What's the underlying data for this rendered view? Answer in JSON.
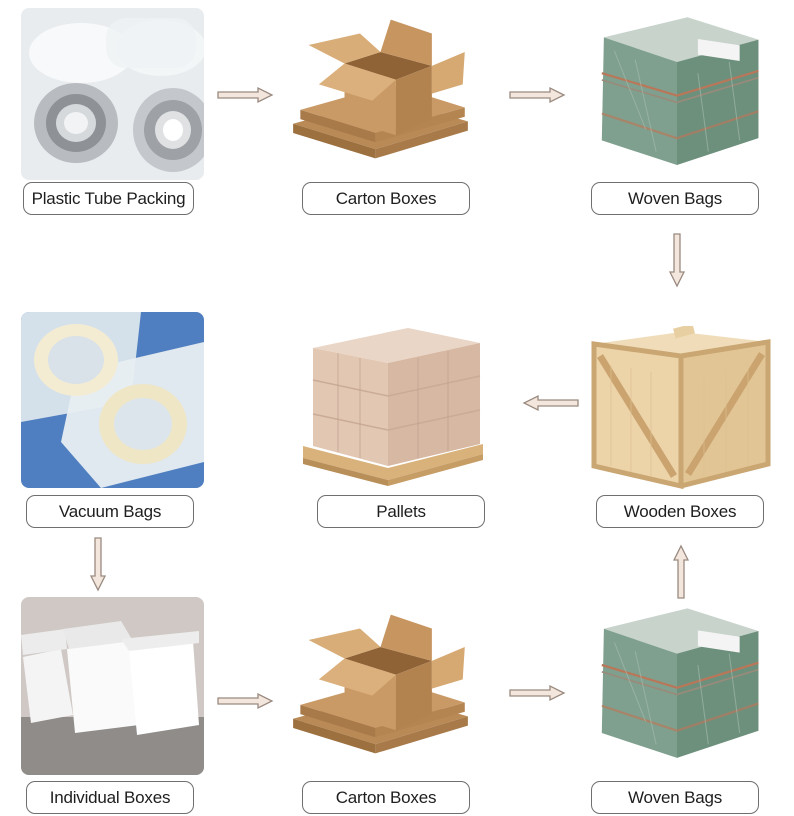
{
  "title": "",
  "colors": {
    "arrow": "#c9a48a",
    "arrow_stroke": "#8a7a72",
    "cardboard": "#c99a66",
    "cardboard_dark": "#a87a4a",
    "woven_green": "#7fa08e",
    "wood": "#ecd3a8",
    "label_border": "#6f6f6f"
  },
  "steps": [
    {
      "id": "plastic_tube",
      "label": "Plastic Tube Packing",
      "image": "bearings-in-plastic-tube-photo"
    },
    {
      "id": "carton_top",
      "label": "Carton Boxes",
      "image": "carton-box-photo"
    },
    {
      "id": "woven_top",
      "label": "Woven Bags",
      "image": "woven-bag-bale-photo"
    },
    {
      "id": "vacuum",
      "label": "Vacuum Bags",
      "image": "bearings-in-vacuum-bags-photo"
    },
    {
      "id": "pallets",
      "label": "Pallets",
      "image": "wrapped-pallet-photo"
    },
    {
      "id": "wooden",
      "label": "Wooden Boxes",
      "image": "wooden-crate-photo"
    },
    {
      "id": "individual",
      "label": "Individual Boxes",
      "image": "white-individual-boxes-photo"
    },
    {
      "id": "carton_bottom",
      "label": "Carton Boxes",
      "image": "carton-box-photo"
    },
    {
      "id": "woven_bottom",
      "label": "Woven Bags",
      "image": "woven-bag-bale-photo"
    }
  ],
  "flows": [
    {
      "from": "plastic_tube",
      "to": "carton_top",
      "direction": "right"
    },
    {
      "from": "carton_top",
      "to": "woven_top",
      "direction": "right"
    },
    {
      "from": "woven_top",
      "to": "wooden",
      "direction": "down"
    },
    {
      "from": "wooden",
      "to": "pallets",
      "direction": "left"
    },
    {
      "from": "vacuum",
      "to": "individual",
      "direction": "down"
    },
    {
      "from": "individual",
      "to": "carton_bottom",
      "direction": "right"
    },
    {
      "from": "carton_bottom",
      "to": "woven_bottom",
      "direction": "right"
    },
    {
      "from": "woven_bottom",
      "to": "wooden",
      "direction": "up"
    }
  ]
}
